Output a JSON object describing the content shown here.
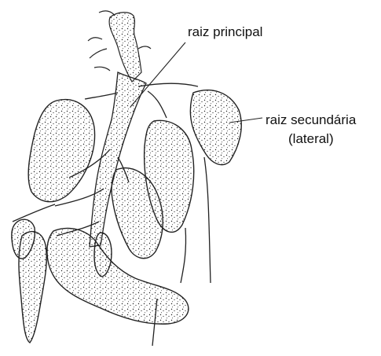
{
  "labels": {
    "main_root": "raiz principal",
    "secondary_root_line1": "raiz secundária",
    "secondary_root_line2": "(lateral)"
  },
  "colors": {
    "ink": "#111111",
    "background": "#ffffff"
  }
}
